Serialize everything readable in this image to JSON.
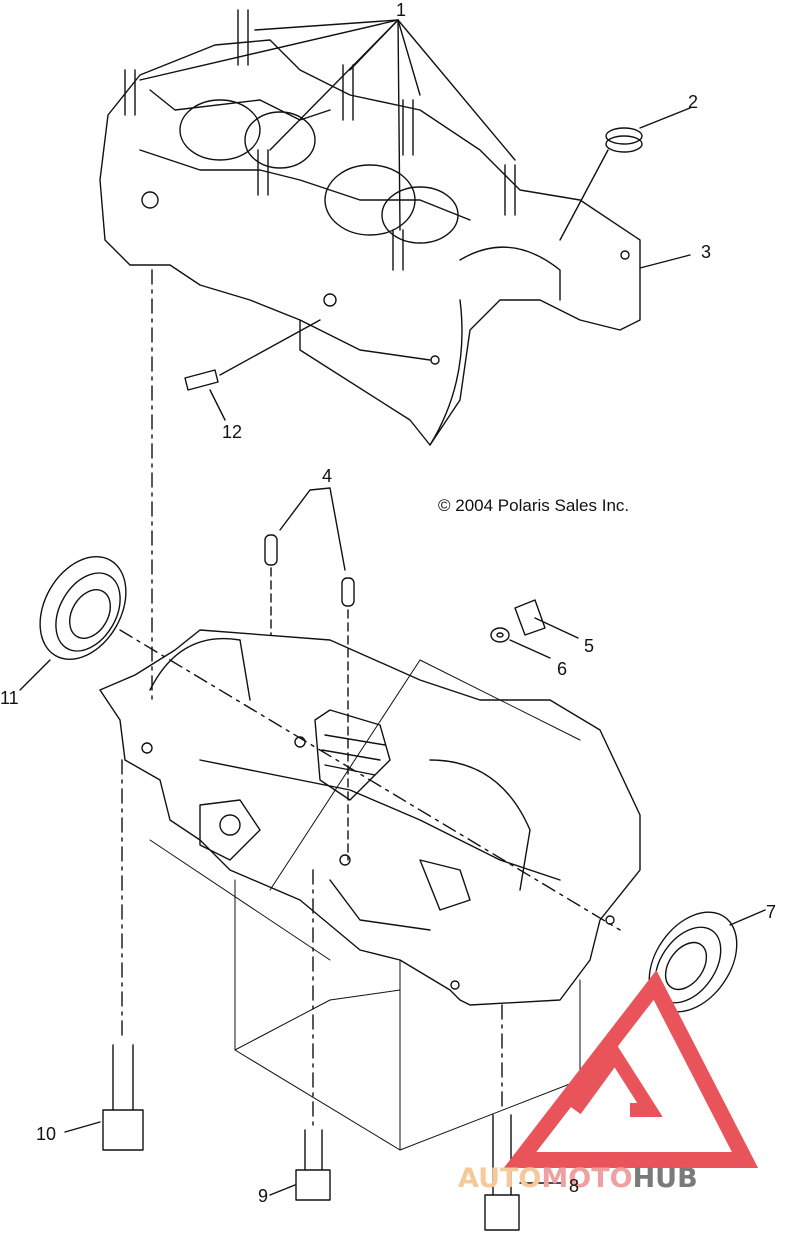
{
  "copyright": "© 2004 Polaris Sales Inc.",
  "callouts": [
    "1",
    "2",
    "3",
    "4",
    "5",
    "6",
    "7",
    "8",
    "9",
    "10",
    "11",
    "12"
  ],
  "watermark": {
    "part1": "AUTO",
    "part2": "MOTO",
    "part3": "HUB"
  },
  "colors": {
    "line": "#111111",
    "watermark_red": "#e8545a",
    "watermark_tan": "#f5c99a",
    "watermark_dark": "#7a7a7a"
  }
}
